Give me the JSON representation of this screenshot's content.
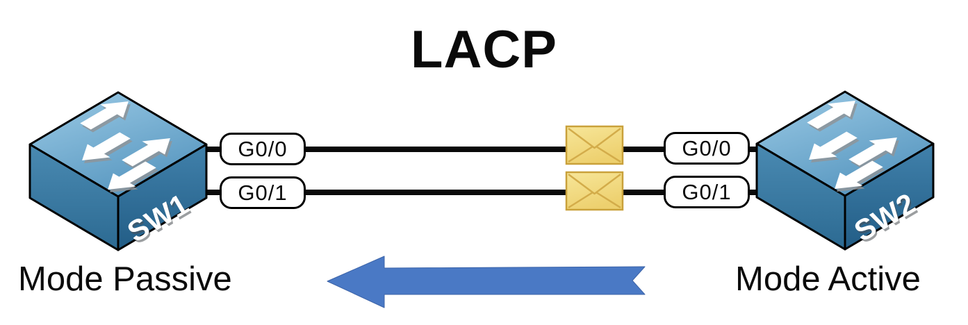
{
  "title": "LACP",
  "switches": [
    {
      "label": "SW1",
      "mode_label": "Mode Passive"
    },
    {
      "label": "SW2",
      "mode_label": "Mode Active"
    }
  ],
  "links": [
    {
      "left_interface": "G0/0",
      "right_interface": "G0/0"
    },
    {
      "left_interface": "G0/1",
      "right_interface": "G0/1"
    }
  ],
  "arrow": {
    "direction": "left",
    "color": "#4a79c5"
  },
  "icons": {
    "switch": "cisco-switch-icon",
    "message": "envelope-icon",
    "direction": "left-arrow-icon"
  },
  "colors": {
    "switch_top": "#8fc2df",
    "switch_side_dark": "#235e87",
    "envelope_fill": "#f1d572",
    "envelope_border": "#c9a13b",
    "link_line": "#0a0a0a",
    "arrow_blue": "#4a79c5"
  }
}
